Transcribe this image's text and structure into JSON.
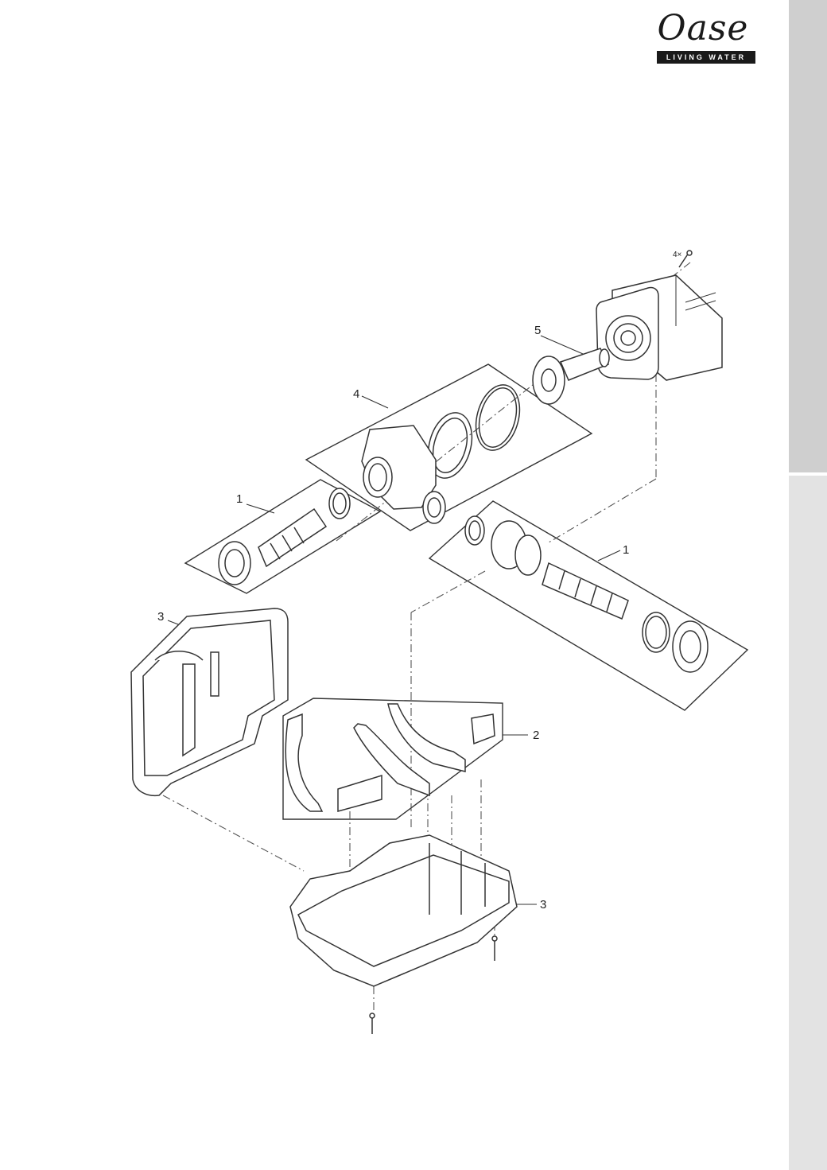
{
  "brand": {
    "logo_text": "Oase",
    "tagline": "LIVING WATER"
  },
  "callouts": {
    "fasteners": "4×",
    "part_1_left": "1",
    "part_1_right": "1",
    "part_2": "2",
    "part_3_top": "3",
    "part_3_bottom": "3",
    "part_4": "4",
    "part_5": "5"
  },
  "colors": {
    "line": "#333333",
    "side_tab_upper": "#cfcfcf",
    "side_tab_lower": "#e3e3e3"
  }
}
